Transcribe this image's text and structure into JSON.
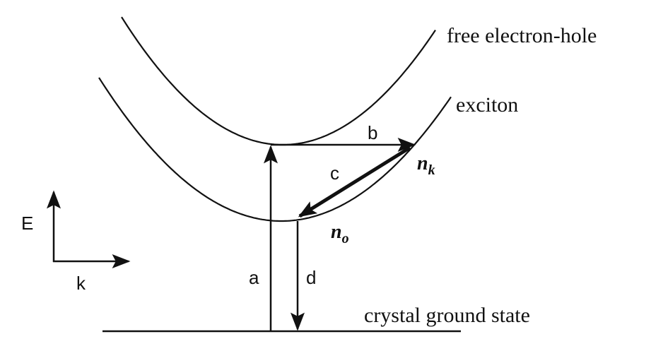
{
  "labels": {
    "free_band": "free electron-hole",
    "exciton_band": "exciton",
    "ground": "crystal ground state",
    "arrow_a": "a",
    "arrow_b": "b",
    "arrow_c": "c",
    "arrow_d": "d",
    "nk_base": "n",
    "nk_sub": "k",
    "no_base": "n",
    "no_sub": "o",
    "axis_e": "E",
    "axis_k": "k"
  },
  "colors": {
    "ink": "#111111",
    "background": "#ffffff"
  }
}
